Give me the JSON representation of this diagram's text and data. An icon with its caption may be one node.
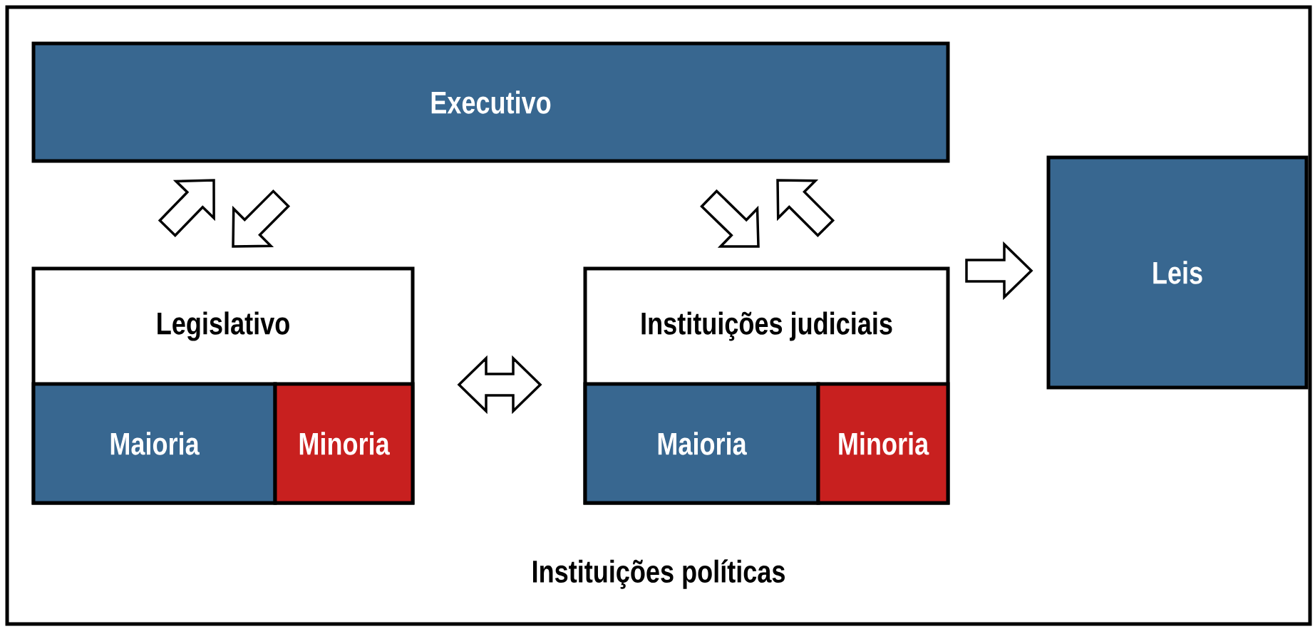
{
  "diagram": {
    "nodes": [
      {
        "text": [
          "Instituições políticas"
        ]
      },
      {
        "text": [
          "Executivo"
        ],
        "in": 0
      },
      {
        "text": [
          "Leis"
        ],
        "in": 0
      },
      {
        "text": [
          "Legislativo"
        ],
        "in": 0
      },
      {
        "text": [
          "Maioria"
        ],
        "in": 3
      },
      {
        "text": [
          "Minoria"
        ],
        "in": 3
      },
      {
        "text": [
          "Instituições judiciais"
        ],
        "in": 0
      },
      {
        "text": [
          "Maioria"
        ],
        "in": 6
      },
      {
        "text": [
          "Minoria"
        ],
        "in": 6
      }
    ],
    "edges": [
      {
        "from": 3,
        "to": 1,
        "arrow": "to"
      },
      {
        "from": 1,
        "to": 3,
        "arrow": "to"
      },
      {
        "from": 1,
        "to": 6,
        "arrow": "to"
      },
      {
        "from": 6,
        "to": 1,
        "arrow": "to"
      },
      {
        "from": 3,
        "to": 6,
        "arrow": "both"
      },
      {
        "from": 6,
        "to": 2,
        "arrow": "to"
      }
    ]
  }
}
